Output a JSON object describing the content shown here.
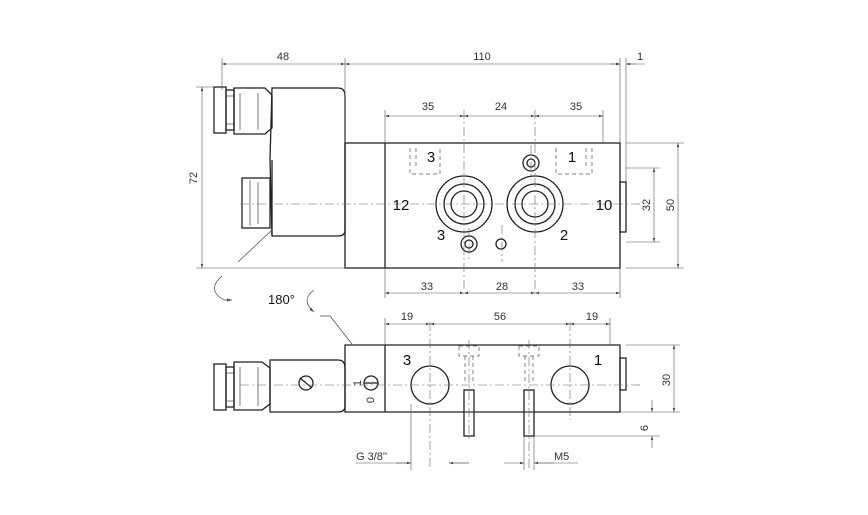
{
  "dimensions": {
    "top_solenoid_width": "48",
    "top_total_width": "110",
    "top_offset": "1",
    "top_spacing_left": "35",
    "top_spacing_mid": "24",
    "top_spacing_right": "35",
    "left_height": "72",
    "right_height_outer": "50",
    "right_height_inner": "32",
    "bottom_spacing_left": "33",
    "bottom_spacing_mid": "28",
    "bottom_spacing_right": "33",
    "side_spacing_left": "19",
    "side_spacing_mid": "56",
    "side_spacing_right": "19",
    "side_height": "30",
    "side_base": "6",
    "thread_port": "G 3/8''",
    "thread_screw": "M5"
  },
  "ports": {
    "top_left": "3",
    "top_right": "1",
    "pilot_left": "12",
    "pilot_right": "10",
    "bottom_left": "3",
    "bottom_right": "2",
    "side_left": "3",
    "side_right": "1"
  },
  "coil": {
    "rotation_label": "180°",
    "switch_on": "1",
    "switch_off": "0"
  }
}
